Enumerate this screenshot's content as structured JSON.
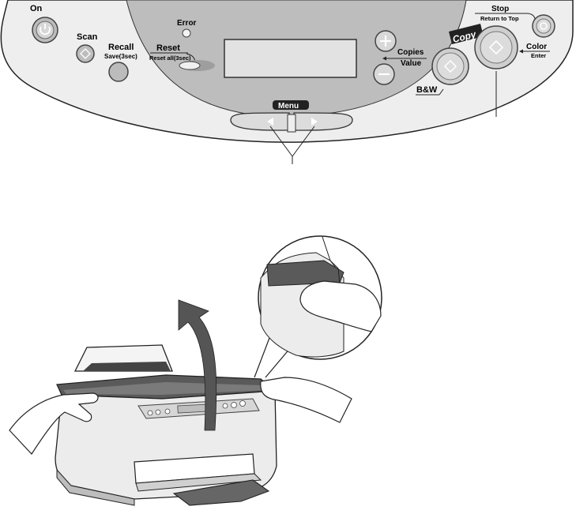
{
  "panel": {
    "on_label": "On",
    "scan_label": "Scan",
    "recall_label": "Recall",
    "recall_sub": "Save(3sec)",
    "error_label": "Error",
    "reset_label": "Reset",
    "reset_sub": "Reset all(3sec)",
    "copies_label": "Copies",
    "value_label": "Value",
    "copy_label": "Copy",
    "bw_label": "B&W",
    "stop_label": "Stop",
    "stop_sub": "Return to Top",
    "color_label": "Color",
    "enter_label": "Enter",
    "menu_label": "Menu"
  },
  "colors": {
    "panel_fill": "#eeeeee",
    "center_fill": "#bdbdbd",
    "button_fill": "#cfcfcf",
    "dark": "#4a4a4a",
    "arrow": "#555555"
  }
}
